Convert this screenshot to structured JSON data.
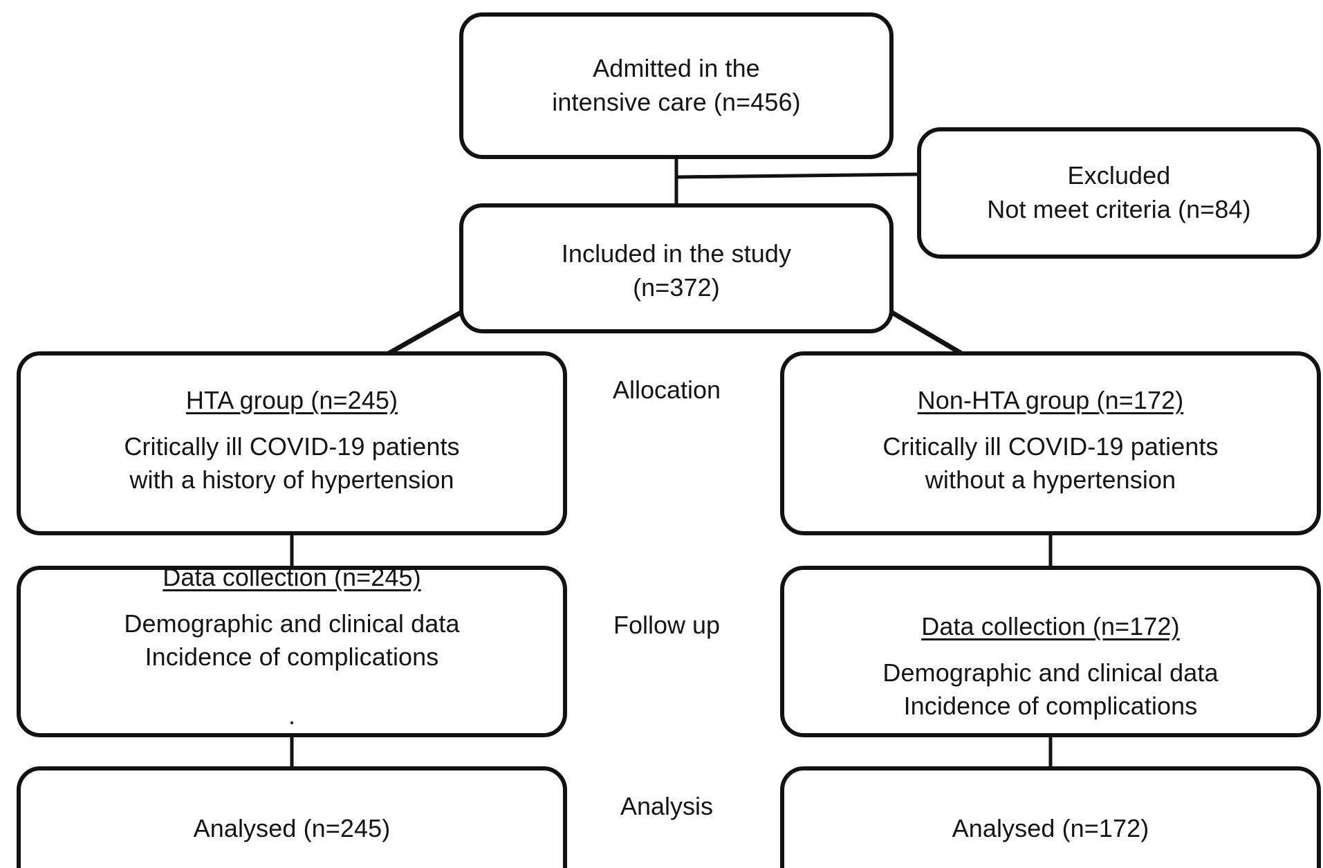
{
  "diagram": {
    "title": "Study flow diagram",
    "type": "consort-flowchart",
    "line_color": "#121212",
    "box_fill": "#ffffff",
    "nodes": {
      "admitted": {
        "lines": [
          "Admitted in the",
          "intensive care (n=456)"
        ]
      },
      "excluded": {
        "lines": [
          "Excluded",
          "Not meet criteria (n=84)"
        ]
      },
      "included": {
        "lines": [
          "Included in the study",
          "(n=372)"
        ]
      },
      "hta_group": {
        "heading": "HTA group (n=245)",
        "lines": [
          "Critically ill COVID-19 patients",
          "with a history of hypertension"
        ]
      },
      "nonhta_group": {
        "heading": "Non-HTA group (n=172)",
        "lines": [
          "Critically ill COVID-19 patients",
          "without a hypertension"
        ]
      },
      "data_left": {
        "heading": "Data collection (n=245)",
        "lines": [
          "Demographic and clinical data",
          "Incidence of complications"
        ],
        "stray_mark": "."
      },
      "data_right": {
        "heading": "Data collection (n=172)",
        "lines": [
          "Demographic and clinical data",
          "Incidence of complications"
        ]
      },
      "analysed_left": {
        "lines": [
          "Analysed (n=245)"
        ]
      },
      "analysed_right": {
        "lines": [
          "Analysed (n=172)"
        ]
      }
    },
    "stage_labels": {
      "allocation": "Allocation",
      "follow_up": "Follow up",
      "analysis": "Analysis"
    },
    "counts": {
      "admitted_n": 456,
      "excluded_n": 84,
      "included_n": 372,
      "hta_n": 245,
      "non_hta_n": 172
    }
  }
}
